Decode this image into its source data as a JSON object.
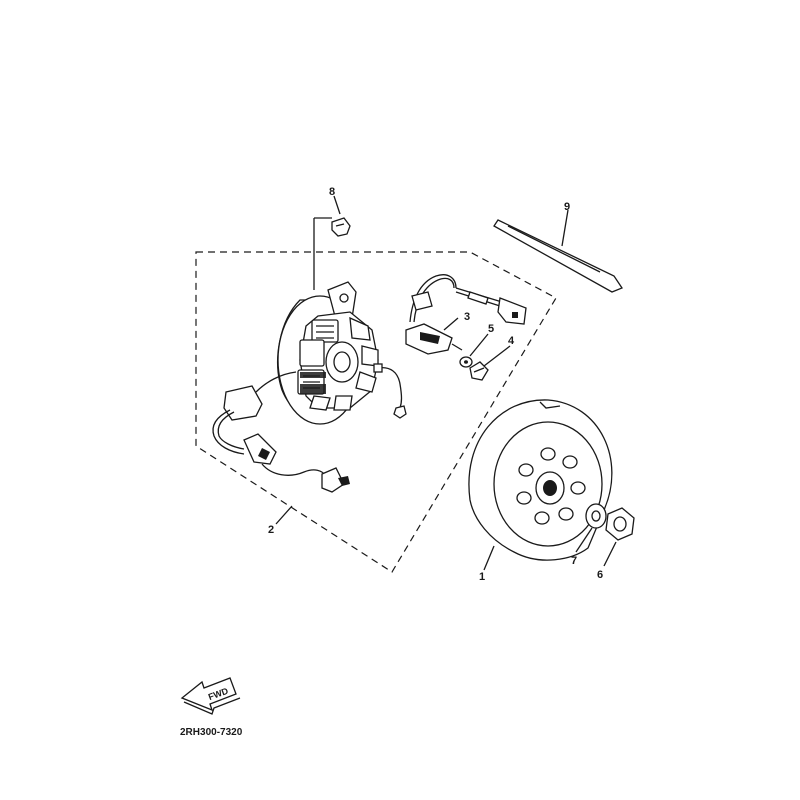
{
  "callouts": {
    "c1": "1",
    "c2": "2",
    "c3": "3",
    "c4": "4",
    "c5": "5",
    "c6": "6",
    "c7": "7",
    "c8": "8",
    "c9": "9"
  },
  "fwd_label": "FWD",
  "part_code": "2RH300-7320",
  "colors": {
    "ink": "#1a1a1a",
    "paper": "#ffffff"
  }
}
